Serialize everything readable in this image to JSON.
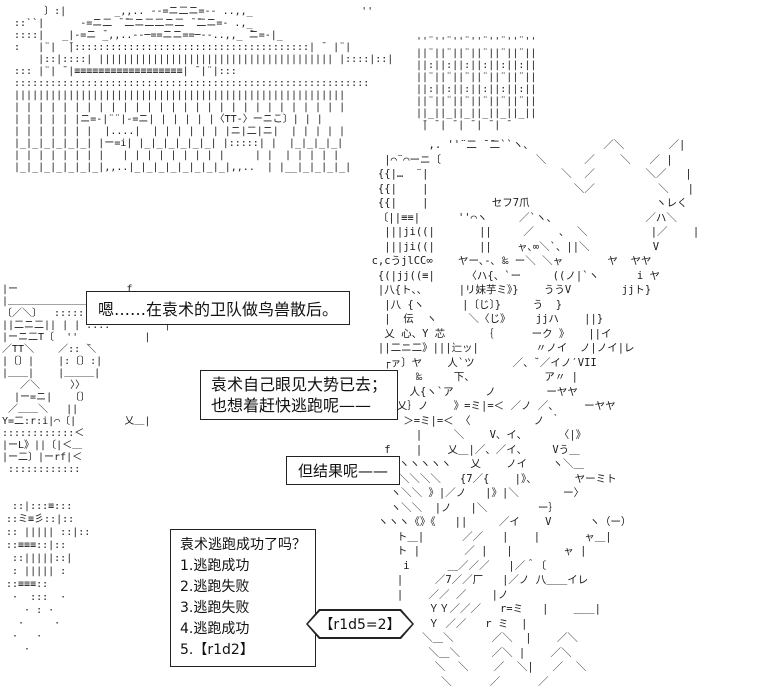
{
  "scene": {
    "art_color": "#1a1a1a",
    "regions": {
      "top_left_structure": {
        "lines": [
          "      〕:|        _,,.. -‐=ニ二ニ=‐- ..,,_                  ''",
          " ::``|      -=ニ二 ̄ ̄二ニ二二ニ二 ̄ ̄二ニ=- .,_",
          " ::::|   _|-=ニ ̄_,,..--─==ニニ==─--..,,_ ̄ニ=-|_",
          " :   |¨|  ̄|:::::::::::::::::::::::::::::::::::::::| ̄  |¨|",
          "     |::|::::| ||||||||||||||||||||||||||||||||||||||| |::::|::|",
          " ::: |¨| ̄ |≡≡≡≡≡≡≡≡≡≡≡≡≡≡≡≡≡≡| ̄ |¨|:::",
          " :::::::::::::::::::::::::::::::::::::::::::::::::::::::::::",
          " |||||||||||||||||||||||||||||||||||||||||||||||||||||||",
          " | | | | | | | | | | | | | | | | | | | | | | | | | | | |",
          " | | | | | |ニ=‐|¨¨|‐=ニ| | | | | |〈TT‐〉ーニこ〕| | |",
          " | | | | | | |  |....|  | | | | | | |ニ|二|ニ|  | | | | |",
          " |_|_|_|_|_|_| |ー=i| |_|_|_|_|_|_| |:::::| |  |_|_|_|_|",
          " | | | | | | | |   | | | | | | | | |     | |  | | | | |",
          " |_|_|_|_|_|_|_|,,..|_|_|_|_|_|_|_|_|,,..  | |__|_|_|_|_|"
        ]
      },
      "top_right_building": {
        "lines": [
          "''¨''¨''¨''¨''¨''¨''",
          "||¨||¨||¨||¨||¨||¨||",
          "||:||:||:||:||:||:||",
          "||¨||¨||¨||¨||¨||¨||",
          "||:||:||:||:||:||:||",
          "||¨||¨||¨||¨||¨||¨||",
          "||_||_||_||_||_||_||",
          " ̄| ̄ | ̄ | ̄ | ̄ | ̄"
        ]
      },
      "character_right": {
        "lines": [
          "              ,. ''¨二 ̄ ̄二``ヽ、           ／＼       ／|",
          "       |⌒¨⌒ーニ〔               ＼      ／    ＼   ／ |",
          "      {{|…  ¨|                     ＼  ／        ＼／   |",
          "      {{|    |                       ＼／          ＼   |",
          "      {{|    |          セフ7爪                    ヽレく",
          "      〔||≡≡|      ''⌒ヽ     ／`ヽ、              ／ハ＼",
          "       |||ji((|       ||     ／    ､  ＼          |／    |",
          "       |||ji((|       ||    ャ､∞＼`、||＼          V",
          "     c,cうjlCC∞    ヤー､‐､ ‰ ー＼ ＼ャ       ヤ  ヤヤ",
          "      {(|jj((≡|     〈ハ{、`ー     ((ノ|`ヽ      i ヤ",
          "      |八{ト、、     |リ妹芋ミ》}    ううV        jjト}",
          "       |八 {ヽ      |〔じ〕}     う  }",
          "       |  伝  ヽ     ＼〈じ》    jjハ    ||}",
          "       乂 心、Y 芯      ｛      ーク 》   ||イ",
          "      ||二ニ二》|||辷ッ|         〃ノイ  ノ|ノイ|レ",
          "       ┌ァ〕ヤ    人`ツ      ／、˘／イノ′VII",
          "        |   ‰     下、           ア〃 |",
          "        |  人{ヽ`ア     ノ        ーヤヤ",
          "         乂｝ノ    》=ミ|=＜ ／ノ ／、    ーヤヤ",
          "          ＞=ミ|=＜ 〈          ノ ｀",
          "            |     ＼    V、イ、     〈|》",
          "       f    |    乂＿|／、／イ、    Vう＿",
          "      ヽヽヽヽヽヽヽ   乂    ノイ    ヽ＼＿",
          "      ＼＼＼＼＼＼   {7／{    |》、      ヤーミト",
          "        ヽ＼＼ 》|／ノ   |》|＼       ー〉",
          "        ヽ＼＼  |ノ   |＼        ー｝",
          "      ヽヽヽ《》《   ||     ／イ    V      ヽ（ー）",
          "         ト＿|      ／／   |    |       ャ＿|",
          "         ト |       ／ |   |        ャ |",
          "          i      ＿／／／   |／＾〔",
          "         |     ／7／／厂   |／ノ 八＿＿イレ",
          "         |    ／／ ／    |ノ",
          "              ＹＹ／／／   r=ミ   |    ＿＿|",
          "              Ｙ ／／   r ミ  |",
          "             ＼＿＼      ／＼  |    ／＼",
          "              ＼＿＼     ／＼ |    ／＼",
          "               ＼  ＼    ／  ＼|   ／  ＼",
          "                ＼      ／      ／"
        ]
      },
      "mid_left_camp": {
        "lines": [
          "|ー                  f",
          "|＿＿＿＿＿＿＿＿＿＿|",
          "〔／＼〕  ::::::::",
          "||二ニ二|| | | ::::         ┐",
          "|ーニ二T〔  ''           |",
          "／TT＼    ／:: ̄＼",
          "|〔〕|    |:〔〕:|",
          "|＿＿|    |＿＿＿|",
          "   ／＼     〉〉",
          "  |ー=ニ|   〔〕",
          " ／＿＿＼   ||",
          "Υ=二:r:i|⌒〔|        乂＿|",
          "::::::::::::＜",
          "|ーL》||〔|＜＿",
          "|ー二〕|ーrf|＜",
          " ::::::::::::"
        ]
      },
      "bottom_left_hatch": {
        "lines": [
          " ::|:::≡:::",
          "::ミ≡彡::|::",
          ":: ||||| ::|::",
          "::≡≡≡::|::",
          " ::|||||::|",
          " : ||||| :",
          "::≡≡≡::",
          " ·  :::  ·",
          "   · : ·",
          "  ·     ·",
          " ·   ·",
          "   ·"
        ]
      }
    }
  },
  "dialogue": {
    "narration_1": "嗯……在袁术的卫队做鸟兽散后。",
    "narration_2_line1": "袁术自己眼见大势已去；",
    "narration_2_line2": "也想着赶快逃跑呢——",
    "narration_3": "但结果呢——"
  },
  "choice_box": {
    "title": "袁术逃跑成功了吗？",
    "options": [
      "1.逃跑成功",
      "2.逃跑失败",
      "3.逃跑失败",
      "4.逃跑成功",
      "5.【r1d2】"
    ]
  },
  "dice_box": {
    "result": "【r1d5=2】"
  }
}
